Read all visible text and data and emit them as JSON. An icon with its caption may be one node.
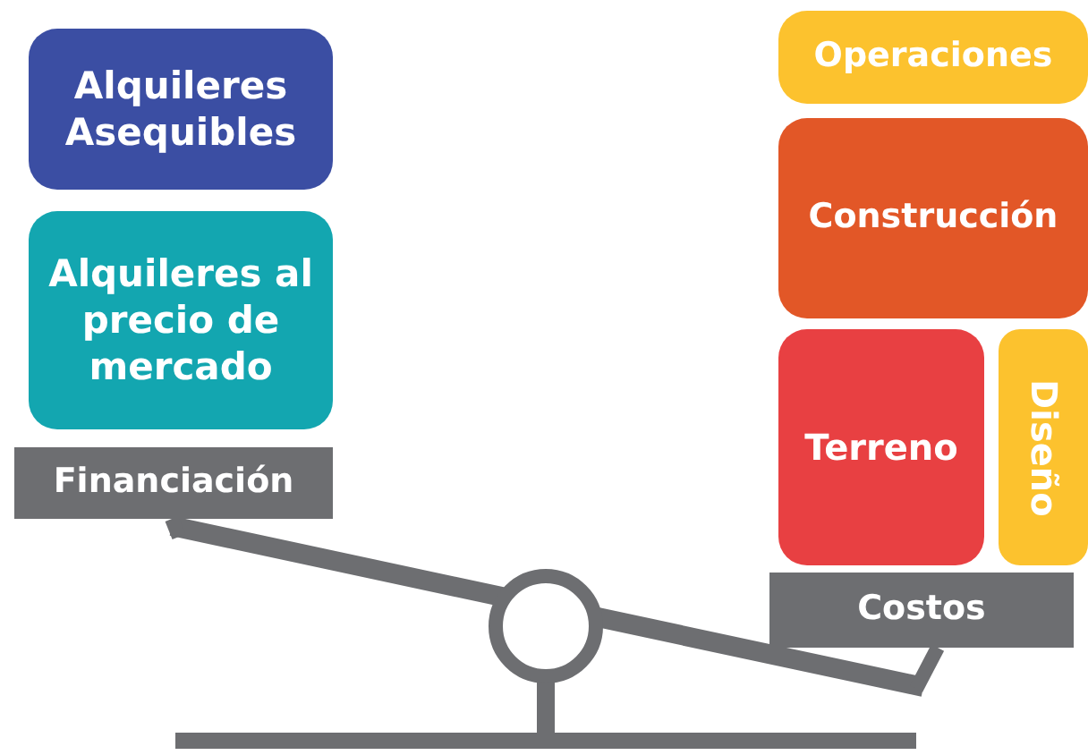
{
  "diagram": {
    "nodes": [
      {
        "text": [
          "Alquileres Asequibles"
        ]
      },
      {
        "text": [
          "Alquileres al precio de mercado"
        ]
      },
      {
        "text": [
          "Financiación"
        ]
      },
      {
        "text": [
          "Operaciones"
        ]
      },
      {
        "text": [
          "Construcción"
        ]
      },
      {
        "text": [
          "Terreno"
        ]
      },
      {
        "text": [
          "Diseño"
        ]
      },
      {
        "text": [
          "Costos"
        ]
      }
    ]
  }
}
